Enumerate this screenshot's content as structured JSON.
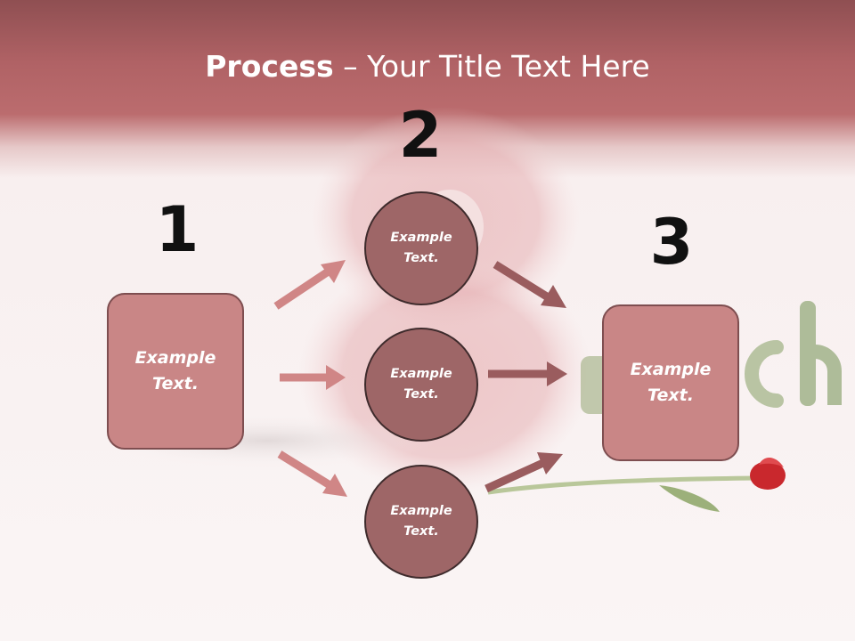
{
  "slide": {
    "title_bold": "Process",
    "title_rest": " – Your Title Text Here",
    "steps": [
      {
        "number": "1",
        "text_line1": "Example",
        "text_line2": "Text."
      },
      {
        "number": "2",
        "nodes": [
          {
            "text_line1": "Example",
            "text_line2": "Text."
          },
          {
            "text_line1": "Example",
            "text_line2": "Text."
          },
          {
            "text_line1": "Example",
            "text_line2": "Text."
          }
        ]
      },
      {
        "number": "3",
        "text_line1": "Example",
        "text_line2": "Text."
      }
    ]
  },
  "colors": {
    "header": "#b06265",
    "box_fill": "#c98686",
    "circle_fill": "#9e6667",
    "arrow_light": "#d08686",
    "arrow_dark": "#9a5c5e"
  }
}
